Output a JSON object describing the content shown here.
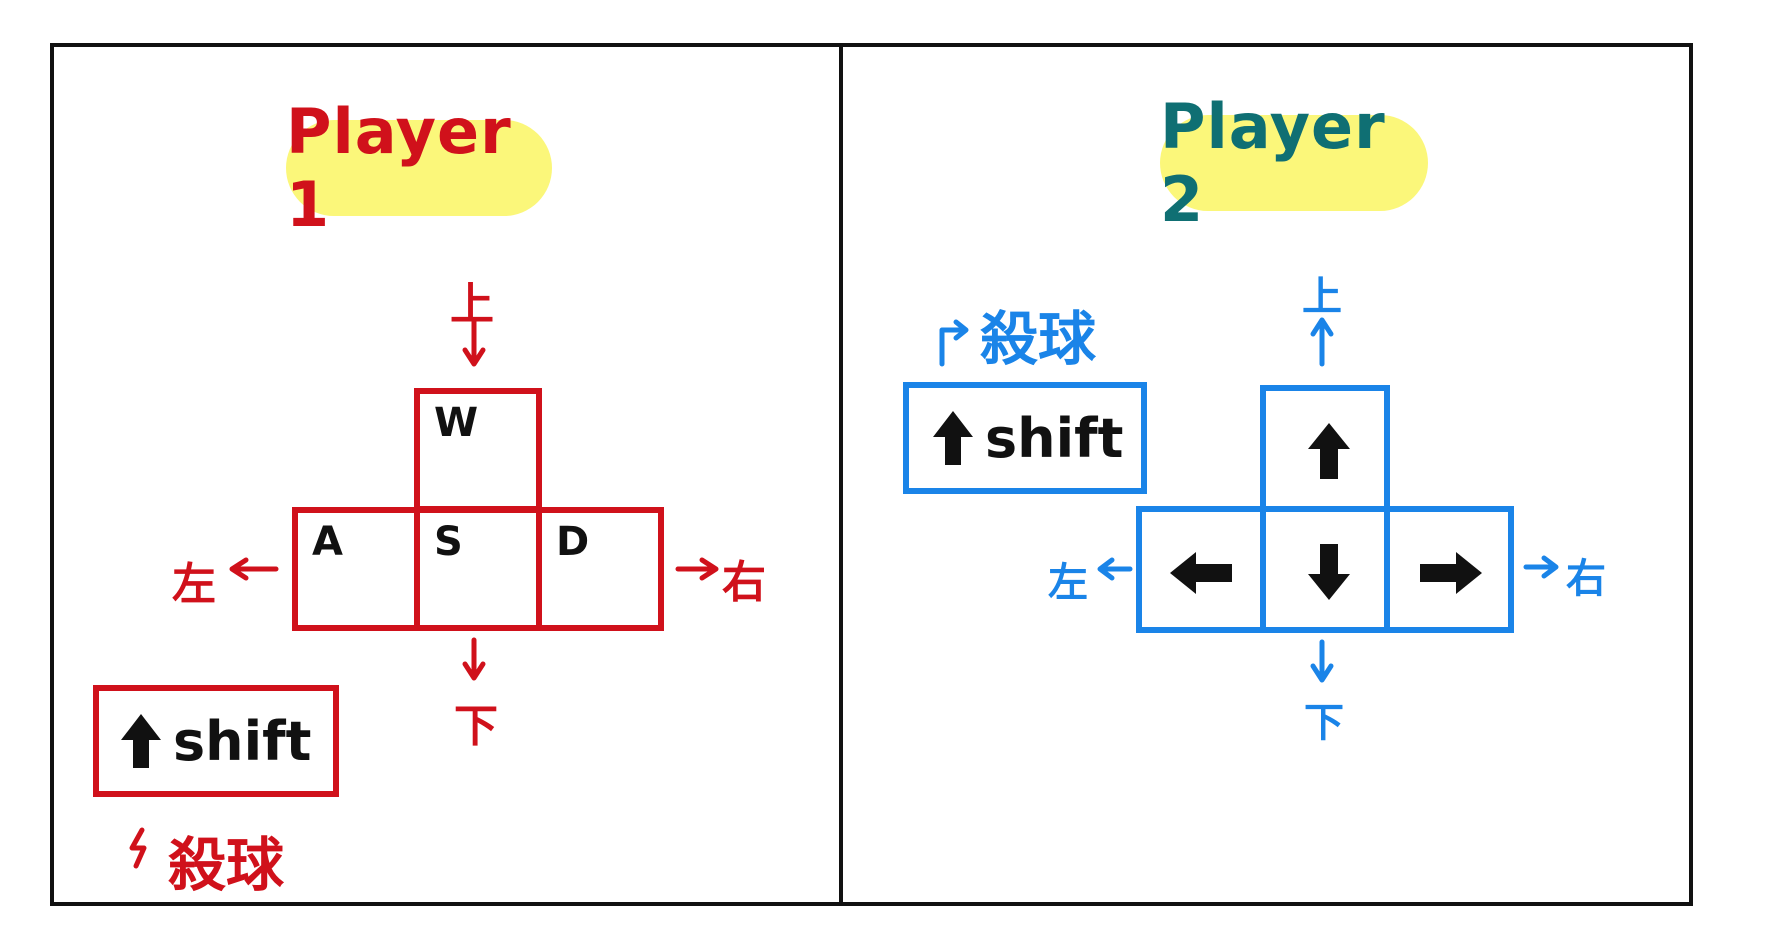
{
  "colors": {
    "player1": "#d0111b",
    "player2": "#1a84e8",
    "player2_title": "#0f6f73",
    "highlight": "#fbf77a",
    "ink": "#111111"
  },
  "player1": {
    "title": "Player 1",
    "keys": {
      "w": "W",
      "a": "A",
      "s": "S",
      "d": "D"
    },
    "labels": {
      "up": "上",
      "down": "下",
      "left": "左",
      "right": "右"
    },
    "shift": {
      "icon": "up-arrow-icon",
      "label": "shift",
      "action": "殺球"
    }
  },
  "player2": {
    "title": "Player 2",
    "keys": {
      "up": "up-arrow-icon",
      "left": "left-arrow-icon",
      "down": "down-arrow-icon",
      "right": "right-arrow-icon"
    },
    "labels": {
      "up": "上",
      "down": "下",
      "left": "左",
      "right": "右"
    },
    "shift": {
      "icon": "up-arrow-icon",
      "label": "shift",
      "action": "殺球"
    }
  }
}
